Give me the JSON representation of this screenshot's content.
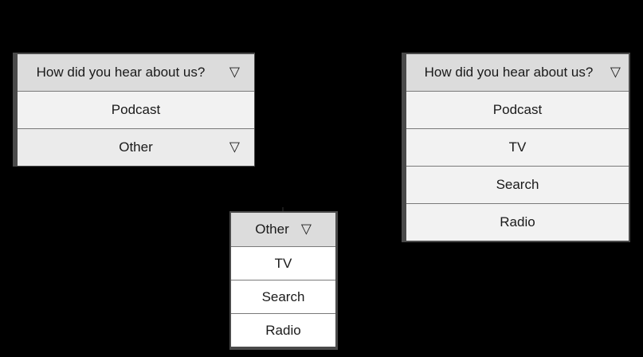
{
  "colors": {
    "background": "#000000",
    "header_row": "#dcdcdc",
    "option_row": "#f2f2f2",
    "other_row": "#ebebeb",
    "panel_border": "#4a4a4a",
    "row_divider": "#7a7a7a",
    "text": "#1a1a1a"
  },
  "dropdown_collapsed": {
    "header_label": "How did you hear about us?",
    "header_icon": "triangle-down-icon",
    "options": [
      "Podcast",
      "Other"
    ],
    "other_icon": "triangle-down-icon"
  },
  "dropdown_other": {
    "header_label": "Other",
    "header_icon": "triangle-down-icon",
    "options": [
      "TV",
      "Search",
      "Radio"
    ]
  },
  "dropdown_expanded": {
    "header_label": "How did you hear about us?",
    "header_icon": "triangle-down-icon",
    "options": [
      "Podcast",
      "TV",
      "Search",
      "Radio"
    ]
  }
}
